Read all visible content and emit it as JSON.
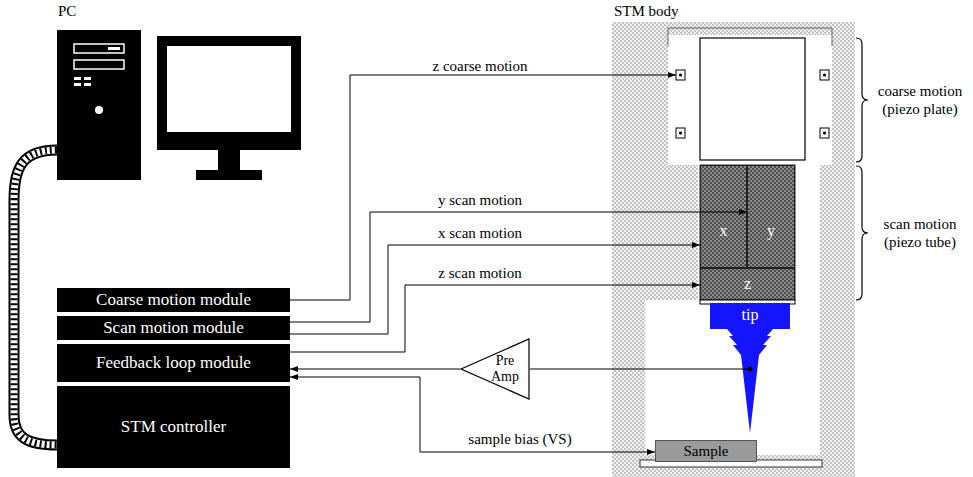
{
  "diagram": {
    "nodes": [
      {
        "text": [
          "Coarse motion module"
        ]
      },
      {
        "text": [
          "Scan motion module"
        ]
      },
      {
        "text": [
          "Feedback loop module"
        ]
      },
      {
        "text": [
          "STM controller"
        ]
      },
      {
        "text": [
          "STM body"
        ]
      },
      {
        "text": [
          "x"
        ],
        "in": 4
      },
      {
        "text": [
          "y"
        ],
        "in": 4
      },
      {
        "text": [
          "z"
        ],
        "in": 4
      },
      {
        "text": [
          "tip"
        ],
        "in": 4
      },
      {
        "text": [
          "Pre Amp"
        ]
      },
      {
        "text": [
          "Sample"
        ],
        "in": 4
      }
    ],
    "edges": [
      {
        "from": 1,
        "to": 6,
        "label": "y scan motion",
        "arrow": "to"
      },
      {
        "from": 1,
        "to": 5,
        "label": "x scan motion",
        "arrow": "to"
      },
      {
        "from": 2,
        "to": 7,
        "label": "z scan motion",
        "arrow": "to"
      },
      {
        "from": 8,
        "to": 9,
        "arrow": "none"
      },
      {
        "from": 9,
        "to": 2,
        "arrow": "to"
      },
      {
        "from": 2,
        "to": 10,
        "label": "sample bias (VS)",
        "arrow": "both"
      }
    ],
    "labels": [
      "PC",
      "z coarse motion",
      "coarse motion (piezo plate)",
      "scan motion (piezo tube)"
    ]
  }
}
